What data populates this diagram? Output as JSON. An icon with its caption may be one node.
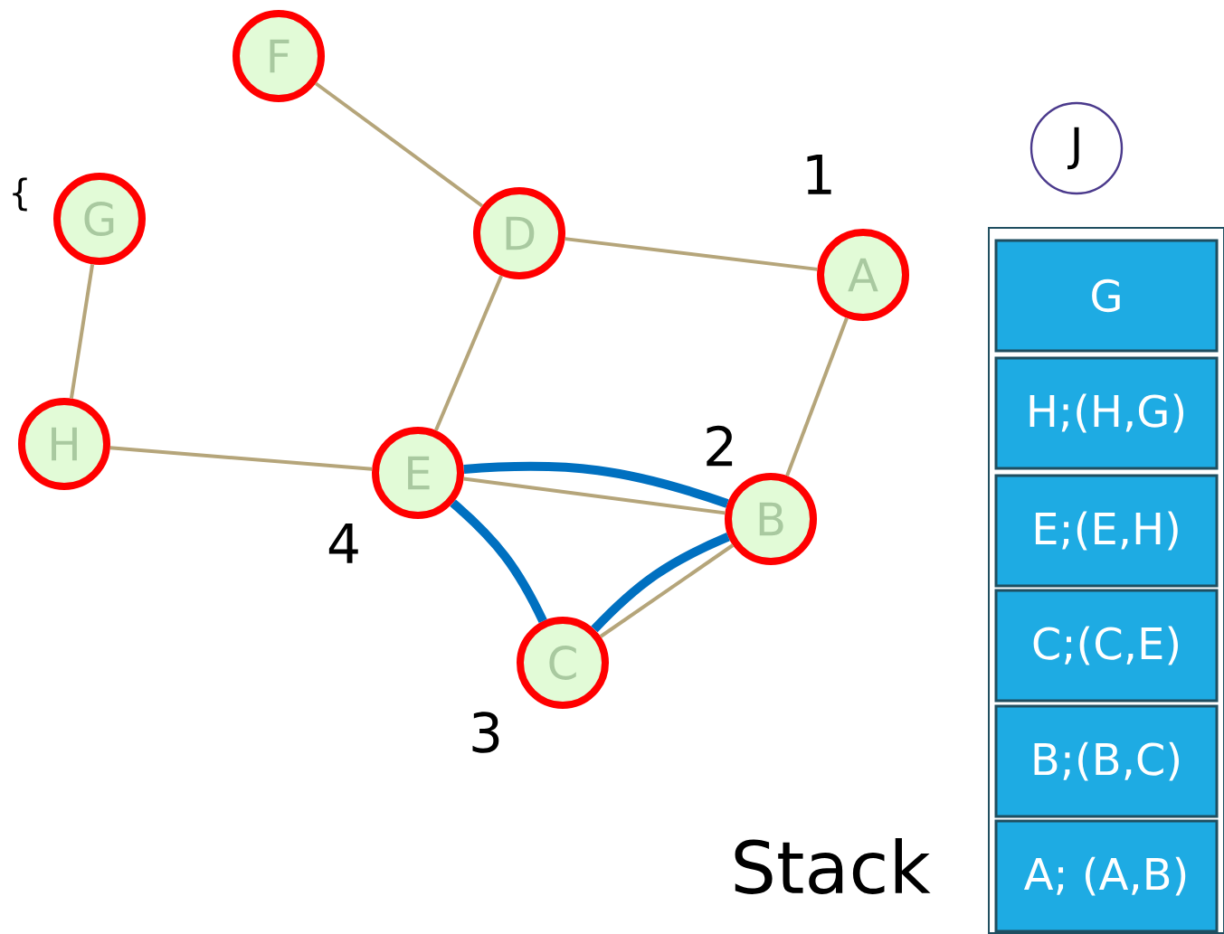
{
  "diagram": {
    "nodes": [
      {
        "text": [
          "F"
        ]
      },
      {
        "text": [
          "G"
        ]
      },
      {
        "text": [
          "D"
        ]
      },
      {
        "text": [
          "A"
        ]
      },
      {
        "text": [
          "H"
        ]
      },
      {
        "text": [
          "E"
        ]
      },
      {
        "text": [
          "B"
        ]
      },
      {
        "text": [
          "C"
        ]
      },
      {
        "text": [
          "J"
        ]
      },
      {
        "text": [],
        "shape": "box"
      },
      {
        "text": [
          "G"
        ],
        "in": 9
      },
      {
        "text": [
          "H;(H,G)"
        ],
        "in": 9
      },
      {
        "text": [
          "E;(E,H)"
        ],
        "in": 9
      },
      {
        "text": [
          "C;(C,E)"
        ],
        "in": 9
      },
      {
        "text": [
          "B;(B,C)"
        ],
        "in": 9
      },
      {
        "text": [
          "A; (A,B)"
        ],
        "in": 9
      }
    ],
    "edges": [
      {
        "from": 0,
        "to": 2,
        "arrow": "none"
      },
      {
        "from": 2,
        "to": 3,
        "arrow": "none"
      },
      {
        "from": 2,
        "to": 5,
        "arrow": "none"
      },
      {
        "from": 1,
        "to": 4,
        "arrow": "none"
      },
      {
        "from": 4,
        "to": 5,
        "arrow": "none"
      },
      {
        "from": 5,
        "to": 6,
        "arrow": "none"
      },
      {
        "from": 3,
        "to": 6,
        "arrow": "none"
      },
      {
        "from": 6,
        "to": 7,
        "arrow": "none"
      },
      {
        "from": 5,
        "to": 6,
        "arrow": "none",
        "style": "thick",
        "color": "#0070c0"
      },
      {
        "from": 5,
        "to": 7,
        "arrow": "none",
        "style": "thick",
        "color": "#0070c0"
      },
      {
        "from": 7,
        "to": 6,
        "arrow": "none",
        "style": "thick",
        "color": "#0070c0"
      }
    ],
    "labels": [
      "{",
      "1",
      "2",
      "4",
      "3",
      "Stack"
    ]
  }
}
